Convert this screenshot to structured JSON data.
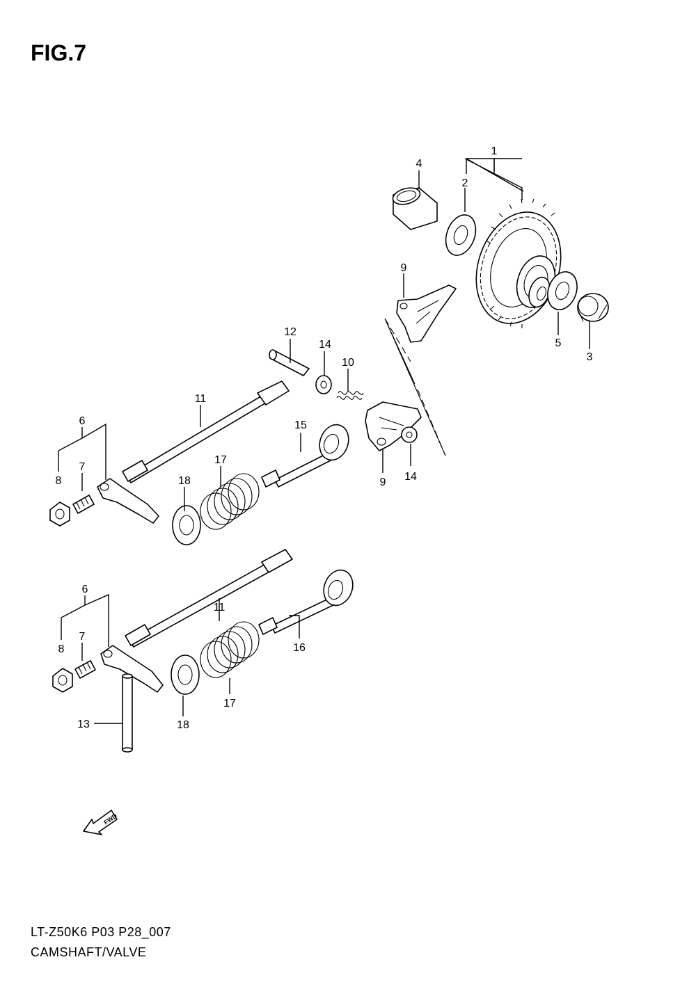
{
  "figure": {
    "title": "FIG.7",
    "model_code": "LT-Z50K6 P03 P28_007",
    "caption": "CAMSHAFT/VALVE"
  },
  "fwd_arrow": {
    "label": "FWD",
    "icon": "fwd-arrow-icon"
  },
  "callouts": [
    {
      "id": "c1",
      "text": "1"
    },
    {
      "id": "c2",
      "text": "2"
    },
    {
      "id": "c3",
      "text": "3"
    },
    {
      "id": "c4",
      "text": "4"
    },
    {
      "id": "c5",
      "text": "5"
    },
    {
      "id": "c9a",
      "text": "9"
    },
    {
      "id": "c12",
      "text": "12"
    },
    {
      "id": "c14a",
      "text": "14"
    },
    {
      "id": "c10",
      "text": "10"
    },
    {
      "id": "c11a",
      "text": "11"
    },
    {
      "id": "c6a",
      "text": "6"
    },
    {
      "id": "c7a",
      "text": "7"
    },
    {
      "id": "c8a",
      "text": "8"
    },
    {
      "id": "c15",
      "text": "15"
    },
    {
      "id": "c17a",
      "text": "17"
    },
    {
      "id": "c18a",
      "text": "18"
    },
    {
      "id": "c9b",
      "text": "9"
    },
    {
      "id": "c14b",
      "text": "14"
    },
    {
      "id": "c6b",
      "text": "6"
    },
    {
      "id": "c7b",
      "text": "7"
    },
    {
      "id": "c8b",
      "text": "8"
    },
    {
      "id": "c11b",
      "text": "11"
    },
    {
      "id": "c16",
      "text": "16"
    },
    {
      "id": "c17b",
      "text": "17"
    },
    {
      "id": "c18b",
      "text": "18"
    },
    {
      "id": "c13",
      "text": "13"
    }
  ]
}
